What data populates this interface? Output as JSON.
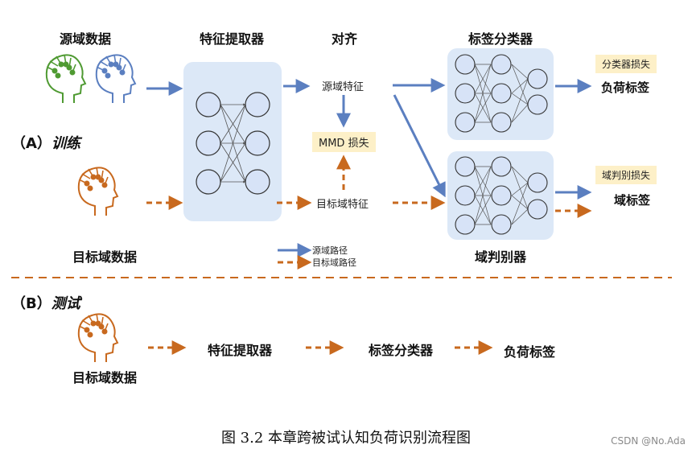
{
  "training": {
    "section_label": "（A）",
    "section_title": "训练",
    "source_data_label": "源域数据",
    "feature_extractor_label": "特征提取器",
    "align_label": "对齐",
    "label_classifier_label": "标签分类器",
    "source_feature": "源域特征",
    "mmd_loss": "MMD 损失",
    "target_feature": "目标域特征",
    "classifier_loss": "分类器损失",
    "load_label": "负荷标签",
    "domain_loss": "域判别损失",
    "domain_label": "域标签",
    "target_data_label": "目标域数据",
    "domain_discriminator_label": "域判别器",
    "legend": {
      "source_path": "源域路径",
      "target_path": "目标域路径"
    }
  },
  "testing": {
    "section_label": "（B）",
    "section_title": "测试",
    "target_data_label": "目标域数据",
    "feature_extractor": "特征提取器",
    "label_classifier": "标签分类器",
    "load_label": "负荷标签"
  },
  "caption": "图 3.2  本章跨被试认知负荷识别流程图",
  "watermark": "CSDN @No.Ada",
  "colors": {
    "source_arrow": "#5b7fc0",
    "target_arrow": "#c8691e",
    "panel": "#dce8f7",
    "node_fill": "#d7e3f7",
    "loss_tag": "#fdf0c8",
    "head_green": "#4f9a32",
    "head_blue": "#5b7fc0",
    "head_orange": "#c8691e"
  }
}
